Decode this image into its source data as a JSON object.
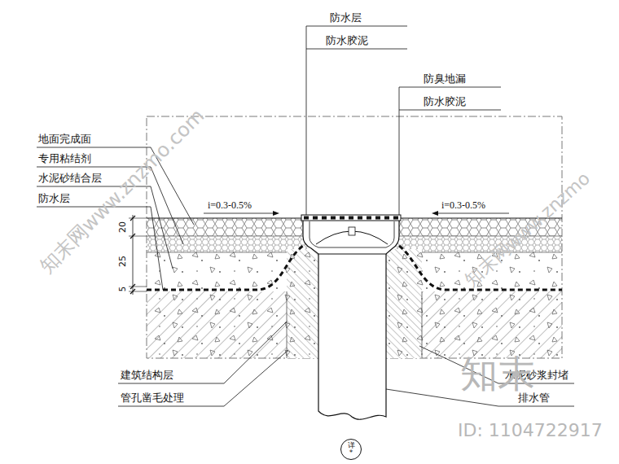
{
  "diagram": {
    "nodes": [
      {
        "text": [
          "详",
          "*"
        ]
      }
    ],
    "labels": [
      "防水层",
      "防水胶泥",
      "防臭地漏",
      "防水胶泥",
      "地面完成面",
      "专用粘结剂",
      "水泥砂结合层",
      "防水层",
      "i=0.3-0.5%",
      "i=0.3-0.5%",
      "20",
      "25",
      "5",
      "建筑结构层",
      "管孔凿毛处理",
      "水泥砂浆封堵",
      "排水管",
      "知末网www.znzmo.com",
      "知末网www.znzmo",
      "知末",
      "ID: 1104722917"
    ]
  }
}
